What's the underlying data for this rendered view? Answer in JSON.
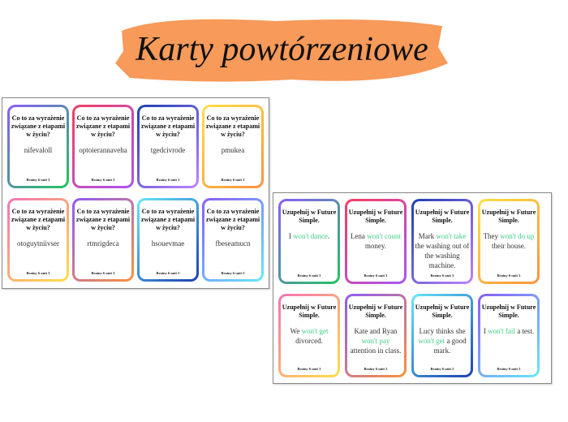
{
  "title": "Karty powtórzeniowe",
  "footer": "Brainy 6 unit 3",
  "left_sheet": {
    "question": "Co to za wyrażenie związane z etapami w życiu?",
    "cards": [
      {
        "answer": "nifevaloll",
        "colors": [
          "#8b5cf6",
          "#22c55e"
        ]
      },
      {
        "answer": "optoierannaveha",
        "colors": [
          "#f43f5e",
          "#a855f7"
        ]
      },
      {
        "answer": "tgedcivrode",
        "colors": [
          "#1e40af",
          "#c084fc"
        ]
      },
      {
        "answer": "pmukea",
        "colors": [
          "#fde047",
          "#fb923c"
        ]
      },
      {
        "answer": "otoguytniivser",
        "colors": [
          "#f472b6",
          "#fde047"
        ]
      },
      {
        "answer": "rtmrigdeca",
        "colors": [
          "#8b5cf6",
          "#fb923c"
        ]
      },
      {
        "answer": "hsouevmae",
        "colors": [
          "#67e8f9",
          "#1e40af"
        ]
      },
      {
        "answer": "fbeseamucn",
        "colors": [
          "#8b5cf6",
          "#67e8f9"
        ]
      }
    ]
  },
  "right_sheet": {
    "question": "Uzupełnij w Future Simple.",
    "cards": [
      {
        "pre": "I ",
        "hl": "won't dance",
        "post": ".",
        "colors": [
          "#8b5cf6",
          "#22c55e"
        ]
      },
      {
        "pre": "Lena ",
        "hl": "won't count",
        "post": " money.",
        "colors": [
          "#f43f5e",
          "#a855f7"
        ]
      },
      {
        "pre": "Mark ",
        "hl": "won't take",
        "post": " the washing out of the washing machine.",
        "colors": [
          "#1e40af",
          "#c084fc"
        ]
      },
      {
        "pre": "They ",
        "hl": "won't do up",
        "post": " their house.",
        "colors": [
          "#fde047",
          "#fb923c"
        ]
      },
      {
        "pre": "We ",
        "hl": "won't get",
        "post": " divorced.",
        "colors": [
          "#f472b6",
          "#fde047"
        ]
      },
      {
        "pre": "Kate and Ryan ",
        "hl": "won't pay",
        "post": " attention in class.",
        "colors": [
          "#8b5cf6",
          "#fb923c"
        ]
      },
      {
        "pre": "Lucy thinks she ",
        "hl": "won't get",
        "post": " a good mark.",
        "colors": [
          "#67e8f9",
          "#1e40af"
        ]
      },
      {
        "pre": "I ",
        "hl": "won't fail",
        "post": " a test.",
        "colors": [
          "#8b5cf6",
          "#67e8f9"
        ]
      }
    ]
  },
  "colors": {
    "banner": "#f79a5a",
    "highlight": "#3ccf84"
  }
}
